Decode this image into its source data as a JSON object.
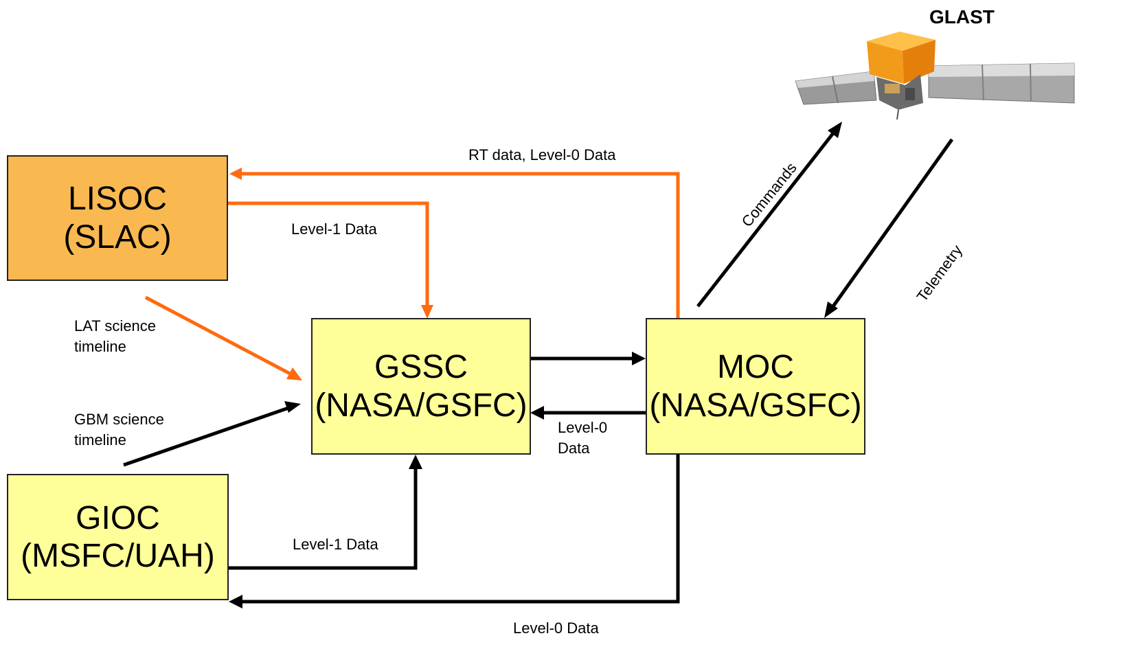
{
  "colors": {
    "orange_box": "#f9b950",
    "yellow_box": "#ffff99",
    "orange_arrow": "#ff6a0f",
    "black_arrow": "#000000"
  },
  "satellite": {
    "title": "GLAST"
  },
  "nodes": {
    "lisoc": {
      "line1": "LISOC",
      "line2": "(SLAC)"
    },
    "gssc": {
      "line1": "GSSC",
      "line2": "(NASA/GSFC)"
    },
    "moc": {
      "line1": "MOC",
      "line2": "(NASA/GSFC)"
    },
    "gioc": {
      "line1": "GIOC",
      "line2": "(MSFC/UAH)"
    }
  },
  "labels": {
    "rt_data": "RT data, Level-0 Data",
    "level1_lisoc": "Level-1 Data",
    "lat_timeline_1": "LAT science",
    "lat_timeline_2": "timeline",
    "gbm_timeline_1": "GBM science",
    "gbm_timeline_2": "timeline",
    "level0_moc_gssc_1": "Level-0",
    "level0_moc_gssc_2": "Data",
    "level1_gioc": "Level-1 Data",
    "level0_moc_gioc": "Level-0 Data",
    "commands": "Commands",
    "telemetry": "Telemetry"
  }
}
